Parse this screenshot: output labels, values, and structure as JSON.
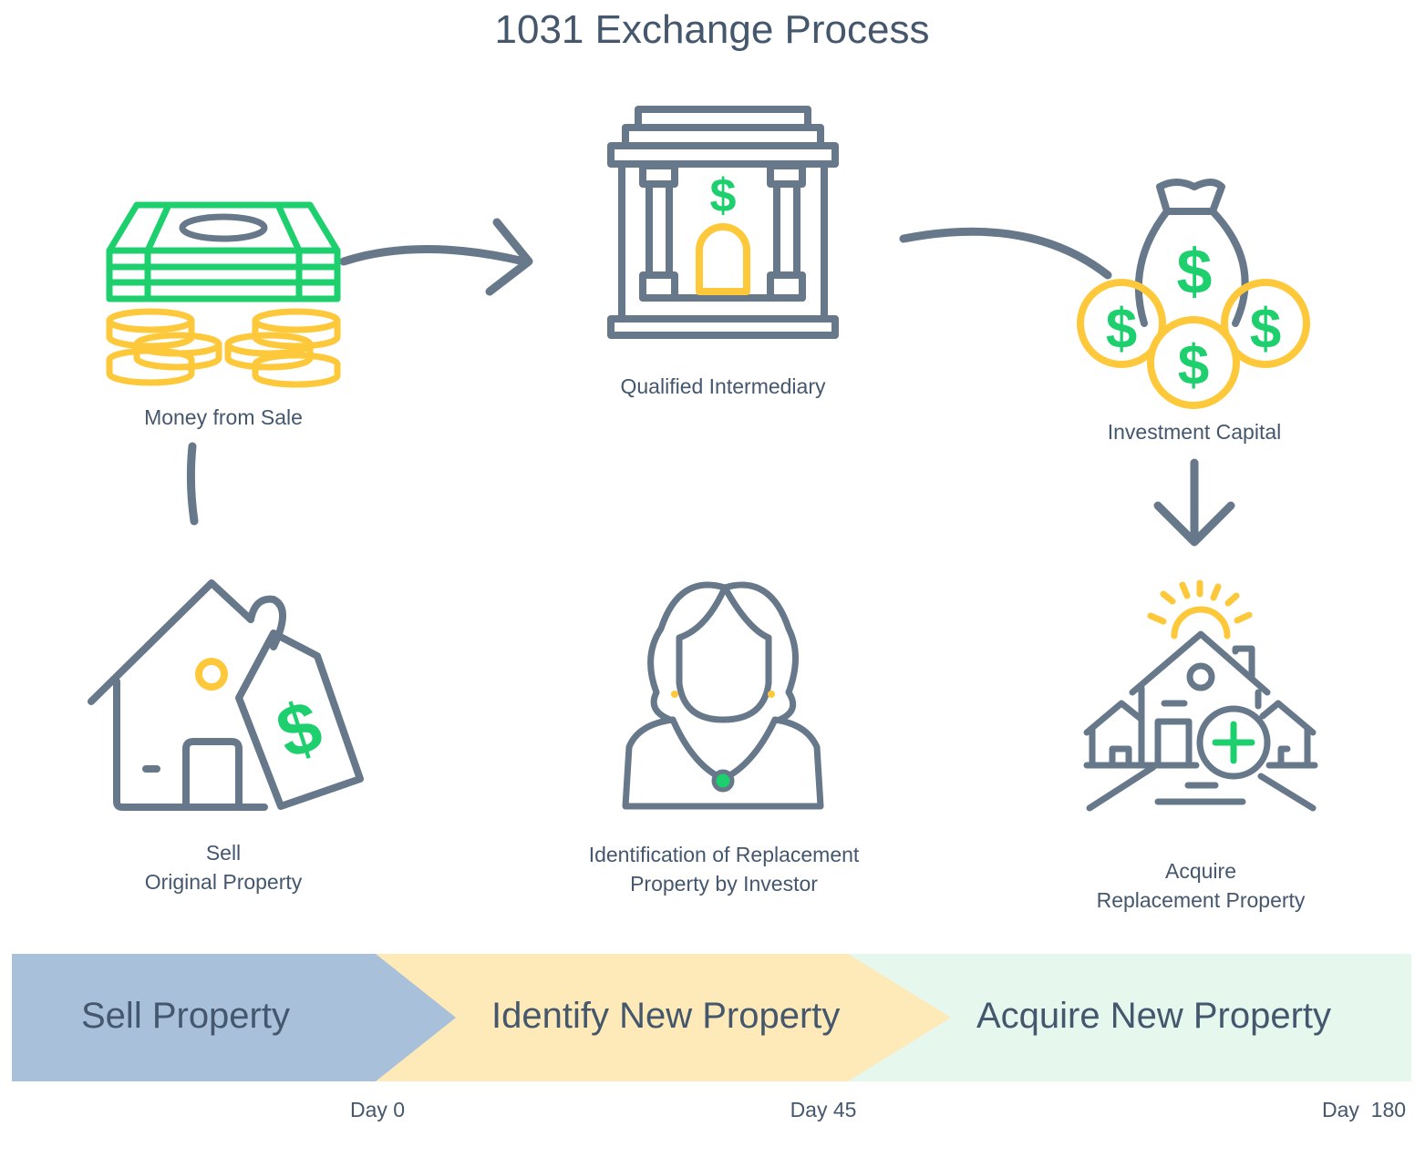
{
  "title": "1031 Exchange Process",
  "steps": {
    "money": "Money from Sale",
    "intermediary": "Qualified Intermediary",
    "capital": "Investment Capital",
    "sell": "Sell\nOriginal Property",
    "identify": "Identification of Replacement\nProperty by Investor",
    "acquire": "Acquire\nReplacement Property"
  },
  "icons": {
    "money": "cash-and-coins-icon",
    "intermediary": "bank-icon",
    "capital": "money-bag-icon",
    "sell": "house-price-tag-icon",
    "identify": "investor-woman-icon",
    "acquire": "house-search-plus-icon"
  },
  "timeline": {
    "phases": [
      "Sell Property",
      "Identify New Property",
      "Acquire New Property"
    ],
    "days": [
      "Day 0",
      "Day 45",
      "Day  180"
    ]
  },
  "colors": {
    "stroke": "#66788a",
    "green": "#1ecf6e",
    "yellow": "#fec83b",
    "text": "#44576d",
    "phase1": "#a8c0da",
    "phase2": "#fdeab8",
    "phase3": "#e6f7ee"
  }
}
